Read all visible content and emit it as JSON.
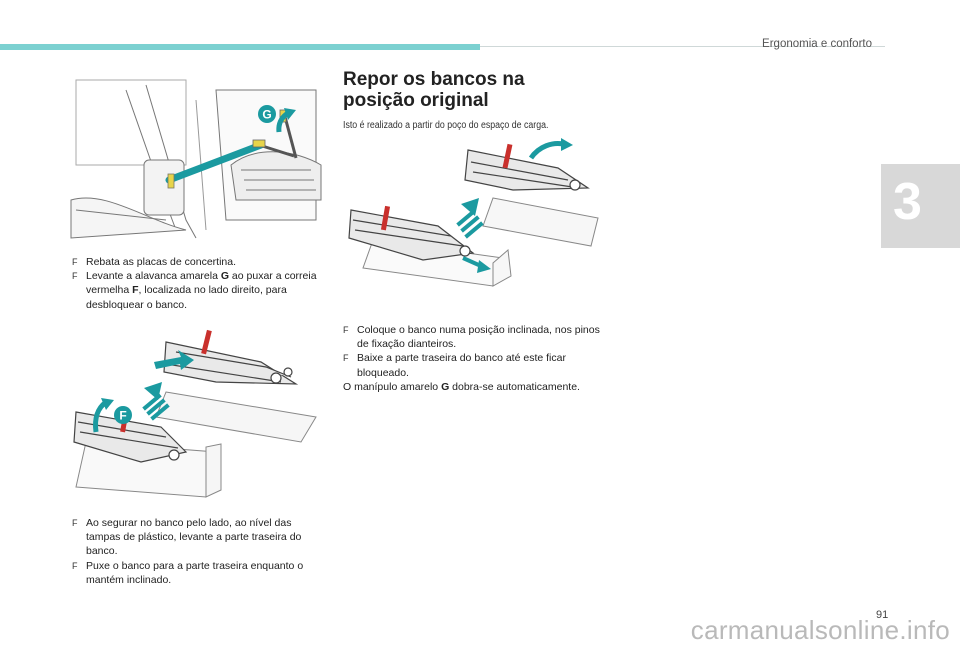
{
  "header": {
    "section_title": "Ergonomia e conforto",
    "chapter_number": "3",
    "accent_color": "#7cd1d1"
  },
  "footer": {
    "page_number": "91",
    "watermark": "carmanualsonline.info"
  },
  "left_column": {
    "figure1_callout": "G",
    "steps1": [
      {
        "text": "Rebata as placas de concertina."
      },
      {
        "before": "Levante a alavanca amarela ",
        "bold": "G",
        "middle": " ao puxar a correia vermelha ",
        "bold2": "F",
        "after": ", localizada no lado direito, para desbloquear o banco."
      }
    ],
    "figure2_callout": "F",
    "steps2": [
      {
        "text": "Ao segurar no banco pelo lado, ao nível das tampas de plástico, levante a parte traseira do banco."
      },
      {
        "text": "Puxe o banco para a parte traseira enquanto o mantém inclinado."
      }
    ]
  },
  "right_column": {
    "heading_line1": "Repor os bancos na",
    "heading_line2": "posição original",
    "intro": "Isto é realizado a partir do poço do espaço de carga.",
    "steps": [
      {
        "text": "Coloque o banco numa posição inclinada, nos pinos de fixação dianteiros."
      },
      {
        "text": "Baixe a parte traseira do banco até este ficar bloqueado."
      }
    ],
    "note_before": "O manípulo amarelo ",
    "note_bold": "G",
    "note_after": " dobra-se automaticamente."
  },
  "bullet_glyph": "F"
}
